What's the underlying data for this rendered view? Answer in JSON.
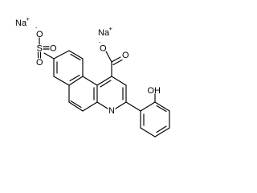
{
  "molecule": {
    "counterions": [
      {
        "symbol": "Na",
        "charge": "+"
      },
      {
        "symbol": "Na",
        "charge": "+"
      }
    ],
    "atoms": {
      "sulfonate_o_minus": {
        "symbol": "O",
        "charge": "-"
      },
      "sulfonate_s": {
        "symbol": "S"
      },
      "sulfonate_o_right": {
        "symbol": "O"
      },
      "sulfonate_o_bottom": {
        "symbol": "O"
      },
      "carboxylate_o_minus": {
        "symbol": "O",
        "charge": "-"
      },
      "carboxylate_o": {
        "symbol": "O"
      },
      "ring_n": {
        "symbol": "N"
      },
      "hydroxyl": {
        "symbol": "OH"
      }
    }
  }
}
